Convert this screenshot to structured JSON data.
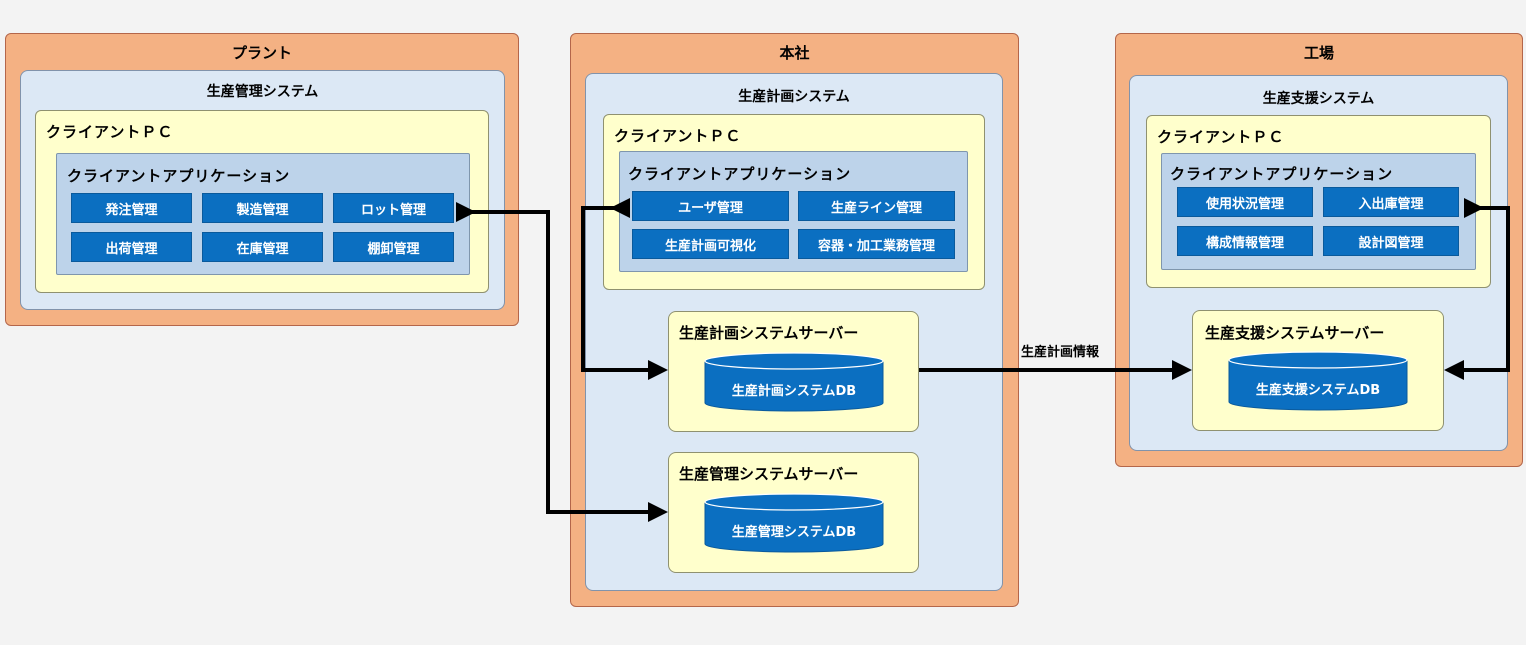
{
  "plant": {
    "title": "プラント",
    "system_title": "生産管理システム",
    "pc_title": "クライアントＰＣ",
    "app_title": "クライアントアプリケーション",
    "modules": [
      "発注管理",
      "製造管理",
      "ロット管理",
      "出荷管理",
      "在庫管理",
      "棚卸管理"
    ]
  },
  "hq": {
    "title": "本社",
    "system_title": "生産計画システム",
    "pc_title": "クライアントＰＣ",
    "app_title": "クライアントアプリケーション",
    "modules": [
      "ユーザ管理",
      "生産ライン管理",
      "生産計画可視化",
      "容器・加工業務管理"
    ],
    "planning_server": {
      "title": "生産計画システムサーバー",
      "db": "生産計画システムDB"
    },
    "management_server": {
      "title": "生産管理システムサーバー",
      "db": "生産管理システムDB"
    }
  },
  "factory": {
    "title": "工場",
    "system_title": "生産支援システム",
    "pc_title": "クライアントＰＣ",
    "app_title": "クライアントアプリケーション",
    "modules": [
      "使用状況管理",
      "入出庫管理",
      "構成情報管理",
      "設計図管理"
    ],
    "server": {
      "title": "生産支援システムサーバー",
      "db": "生産支援システムDB"
    }
  },
  "connections": {
    "planning_info_label": "生産計画情報"
  },
  "colors": {
    "site": "#f4b183",
    "system": "#dce8f5",
    "pc": "#ffffcc",
    "app": "#bdd3ea",
    "module": "#0b6fc1",
    "arrow": "#000000"
  }
}
